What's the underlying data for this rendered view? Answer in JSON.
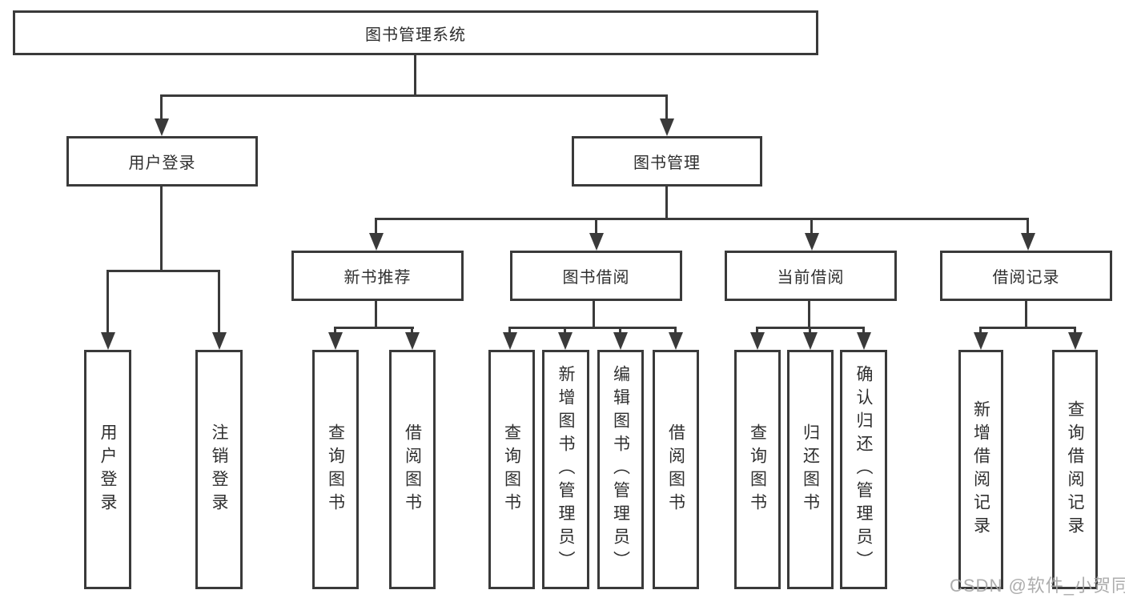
{
  "diagram": {
    "title": "图书管理系统",
    "root": {
      "label": "图书管理系统"
    },
    "level2": [
      {
        "label": "用户登录"
      },
      {
        "label": "图书管理"
      }
    ],
    "level3": [
      {
        "label": "新书推荐"
      },
      {
        "label": "图书借阅"
      },
      {
        "label": "当前借阅"
      },
      {
        "label": "借阅记录"
      }
    ],
    "leaves": {
      "user_login": [
        "用户登录",
        "注销登录"
      ],
      "new_book": [
        "查询图书",
        "借阅图书"
      ],
      "book_borrow": [
        "查询图书",
        "新增图书（管理员）",
        "编辑图书（管理员）",
        "借阅图书"
      ],
      "current_borrow": [
        "查询图书",
        "归还图书",
        "确认归还（管理员）"
      ],
      "borrow_record": [
        "新增借阅记录",
        "查询借阅记录"
      ]
    }
  },
  "watermark": {
    "text": "CSDN @软件_小贺同学"
  },
  "colors": {
    "line": "#3a3a3a",
    "text": "#2f2f2f",
    "background": "#ffffff",
    "watermark": "#a6a6a6"
  }
}
